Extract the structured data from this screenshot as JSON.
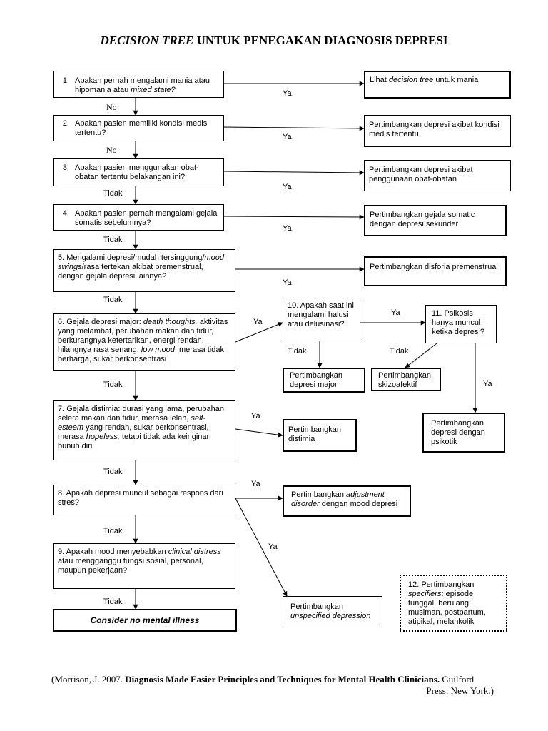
{
  "title": {
    "italic": "DECISION TREE",
    "rest": " UNTUK PENEGAKAN DIAGNOSIS DEPRESI"
  },
  "steps": [
    {
      "num": "1.",
      "pre": "Apakah pernah mengalami mania atau hipomania atau ",
      "em": "mixed state?",
      "post": ""
    },
    {
      "num": "2.",
      "pre": "Apakah pasien memiliki kondisi medis tertentu?",
      "em": "",
      "post": ""
    },
    {
      "num": "3.",
      "pre": "Apakah pasien menggunakan obat-obatan tertentu belakangan ini?",
      "em": "",
      "post": ""
    },
    {
      "num": "4.",
      "pre": "Apakah pasien pernah mengalami gejala somatis sebelumnya?",
      "em": "",
      "post": ""
    },
    {
      "pre": "5. Mengalami depresi/mudah tersinggung/",
      "em": "mood swings",
      "post": "/rasa tertekan akibat premenstrual, dengan gejala depresi lainnya?"
    },
    {
      "pre": "6. Gejala depresi major: ",
      "em": "death thoughts,",
      "post": " aktivitas yang melambat, perubahan makan dan tidur, berkurangnya ketertarikan, energi rendah, hilangnya rasa senang, ",
      "em2": "low mood",
      "post2": ", merasa tidak berharga, sukar berkonsentrasi"
    },
    {
      "pre": "7. Gejala distimia: durasi yang lama, perubahan selera makan dan tidur, merasa lelah, ",
      "em": "self-esteem",
      "post": " yang rendah, sukar berkonsentrasi, merasa ",
      "em2": "hopeless,",
      "post2": " tetapi tidak ada keinginan bunuh diri"
    },
    {
      "pre": "8. Apakah depresi muncul sebagai respons dari stres?",
      "em": "",
      "post": ""
    },
    {
      "pre": "9. Apakah mood menyebabkan ",
      "em": "clinical distress",
      "post": " atau mengganggu fungsi sosial, personal, maupun pekerjaan?"
    }
  ],
  "end_box": "Consider no mental illness",
  "outcomes": {
    "o1": {
      "pre": "Lihat ",
      "em": "decision tree",
      "post": " untuk mania"
    },
    "o2": "Pertimbangkan depresi akibat kondisi medis tertentu",
    "o3": "Pertimbangkan depresi akibat penggunaan obat-obatan",
    "o4": "Pertimbangkan gejala somatic dengan depresi sekunder",
    "o5": "Pertimbangkan disforia premenstrual",
    "major": "Pertimbangkan depresi major",
    "skizo": "Pertimbangkan skizoafektif",
    "psikotik": "Pertimbangkan depresi dengan psikotik",
    "distimia": "Pertimbangkan distimia",
    "adjust": {
      "pre": "Pertimbangkan ",
      "em": "adjustment disorder",
      "post": " dengan mood depresi"
    },
    "unspec": {
      "pre": "Pertimbangkan ",
      "em": "unspecified depression",
      "post": ""
    }
  },
  "q10": "10. Apakah saat ini mengalami halusi atau delusinasi?",
  "q11": "11. Psikosis hanya muncul ketika depresi?",
  "note12": {
    "pre": "12. Pertimbangkan ",
    "em": "specifiers",
    "post": ": episode tunggal, berulang, musiman, postpartum, atipikal, melankolik"
  },
  "labels": {
    "ya": "Ya",
    "no": "No",
    "tidak": "Tidak"
  },
  "footer": {
    "pre": "(Morrison, J. 2007. ",
    "bold": "Diagnosis Made Easier Principles and Techniques for Mental Health Clinicians.",
    "mid": " Guilford",
    "line2": "Press: New York.)"
  }
}
